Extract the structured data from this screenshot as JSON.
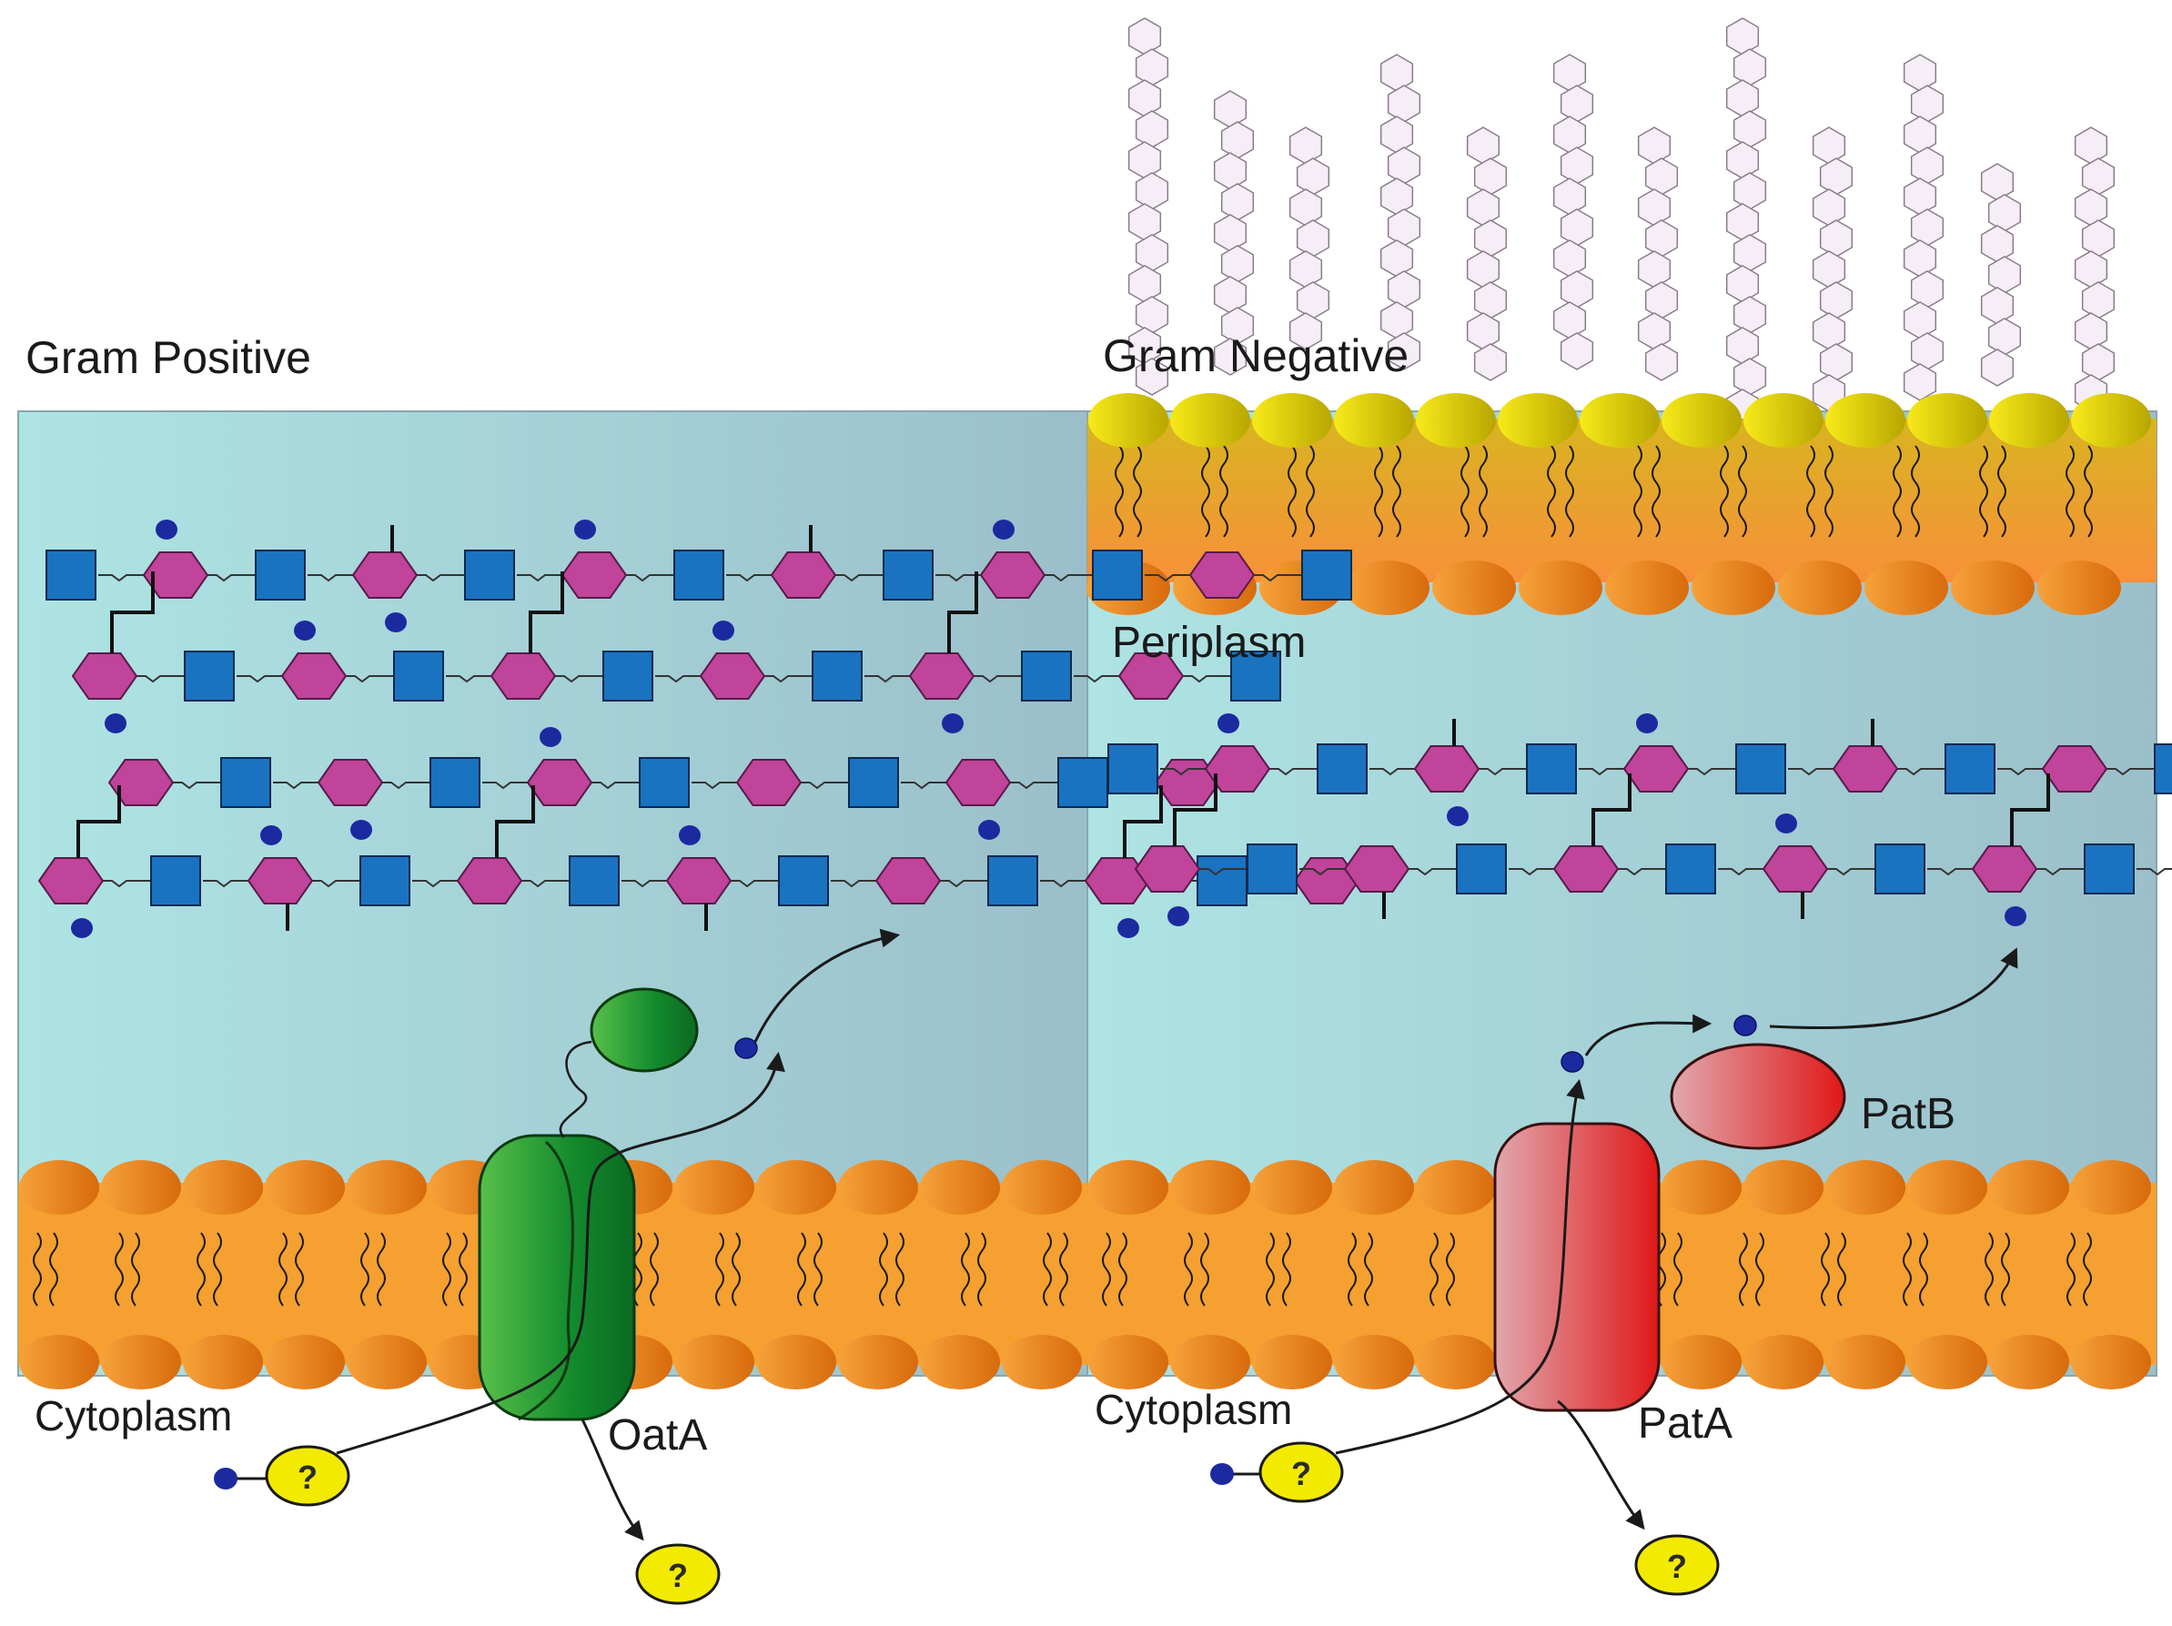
{
  "labels": {
    "gram_positive": "Gram Positive",
    "gram_negative": "Gram Negative",
    "periplasm": "Periplasm",
    "cytoplasm_left": "Cytoplasm",
    "cytoplasm_right": "Cytoplasm",
    "oata": "OatA",
    "pata": "PatA",
    "patb": "PatB",
    "unknown": "?"
  },
  "colors": {
    "background_left": "#a8e0e0",
    "background_right": "#9cc4cc",
    "lipid_head": "#ee8a1c",
    "lipid_body": "#f5a030",
    "lps_head": "#e8d000",
    "murnac": "#c0449a",
    "glcnac": "#1a73c0",
    "acetyl": "#1c2aa0",
    "oata": "#1f8c2a",
    "pata": "#d83030",
    "unknown_carrier": "#f2ea00"
  },
  "icons": {
    "glcnac_square": "square-icon",
    "murnac_hexagon": "hexagon-icon",
    "acetyl_dot": "dot-icon",
    "lps_chain": "hexagon-chain-icon"
  }
}
